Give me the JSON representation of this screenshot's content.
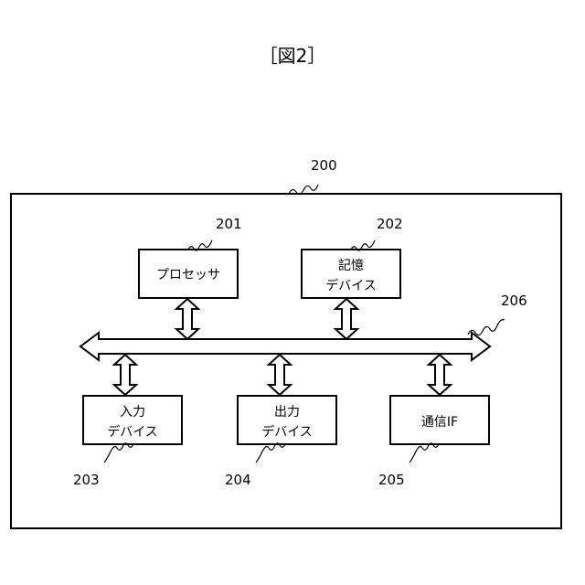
{
  "title": "［図2］",
  "system": {
    "ref": "200"
  },
  "bus": {
    "ref": "206"
  },
  "components": {
    "processor": {
      "ref": "201",
      "lines": [
        "プロセッサ"
      ]
    },
    "storage": {
      "ref": "202",
      "lines": [
        "記憶",
        "デバイス"
      ]
    },
    "input": {
      "ref": "203",
      "lines": [
        "入力",
        "デバイス"
      ]
    },
    "output": {
      "ref": "204",
      "lines": [
        "出力",
        "デバイス"
      ]
    },
    "comm": {
      "ref": "205",
      "lines": [
        "通信IF"
      ]
    }
  }
}
